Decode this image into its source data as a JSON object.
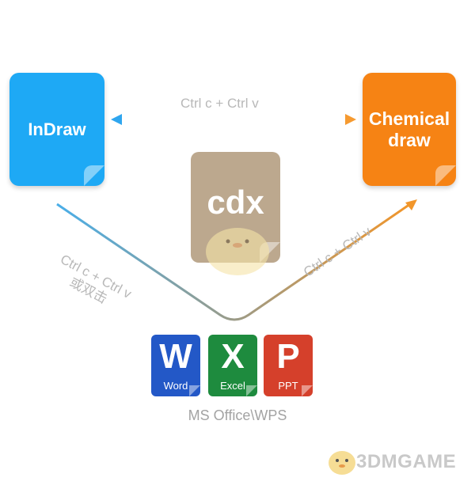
{
  "nodes": {
    "indraw": "InDraw",
    "chemical_line1": "Chemical",
    "chemical_line2": "draw",
    "cdx": "cdx"
  },
  "edges": {
    "top": "Ctrl c + Ctrl v",
    "left_line1": "Ctrl c + Ctrl v",
    "left_line2": "或双击",
    "right": "Ctrl c + Ctrl v"
  },
  "apps": {
    "word_letter": "W",
    "word_name": "Word",
    "excel_letter": "X",
    "excel_name": "Excel",
    "ppt_letter": "P",
    "ppt_name": "PPT"
  },
  "office_label": "MS Office\\WPS",
  "watermark": "3DMGAME",
  "colors": {
    "indraw": "#1ea9f5",
    "chemical": "#f68314",
    "cdx": "#bca88e",
    "word": "#2358c7",
    "excel": "#1e8b3e",
    "ppt": "#d5402b"
  }
}
